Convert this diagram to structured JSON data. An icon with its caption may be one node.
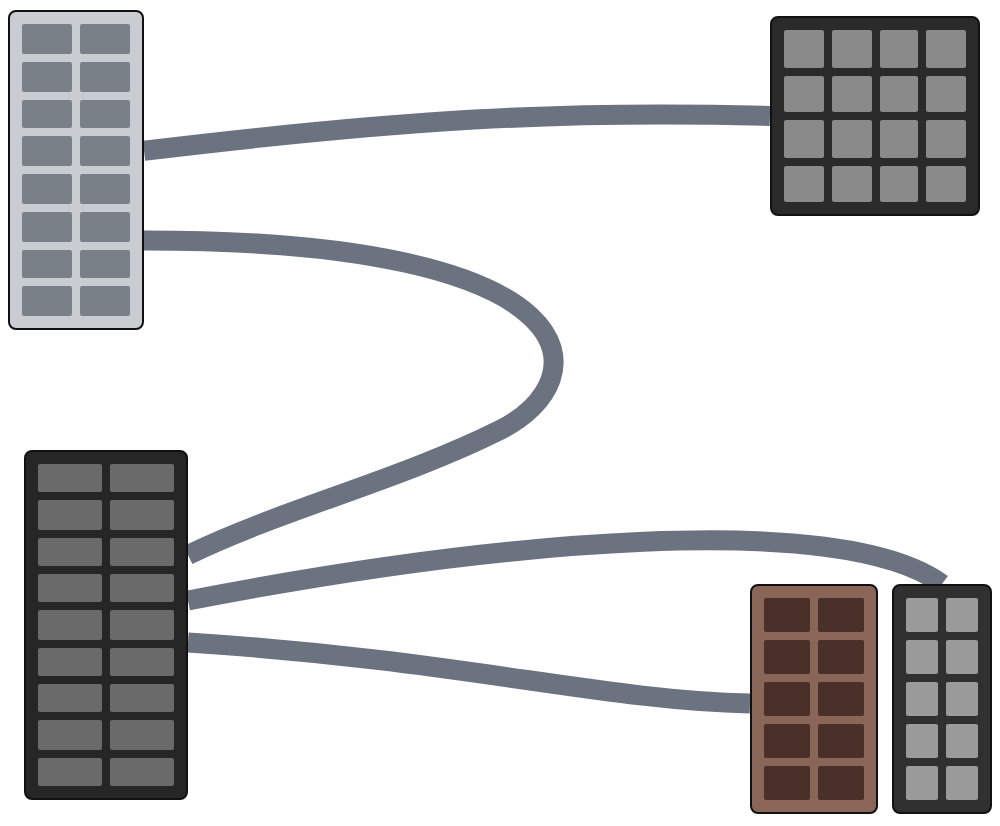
{
  "diagram": {
    "nodes": [
      {
        "text": [],
        "shape": "box"
      },
      {
        "text": [],
        "shape": "box"
      },
      {
        "text": [],
        "shape": "box"
      },
      {
        "text": [],
        "shape": "box"
      },
      {
        "text": [],
        "shape": "box"
      }
    ],
    "edges": [
      {
        "from": 0,
        "to": 1,
        "arrow": "none"
      },
      {
        "from": 0,
        "to": 2,
        "arrow": "none"
      },
      {
        "from": 2,
        "to": 3,
        "arrow": "none"
      },
      {
        "from": 2,
        "to": 4,
        "arrow": "none"
      }
    ]
  }
}
